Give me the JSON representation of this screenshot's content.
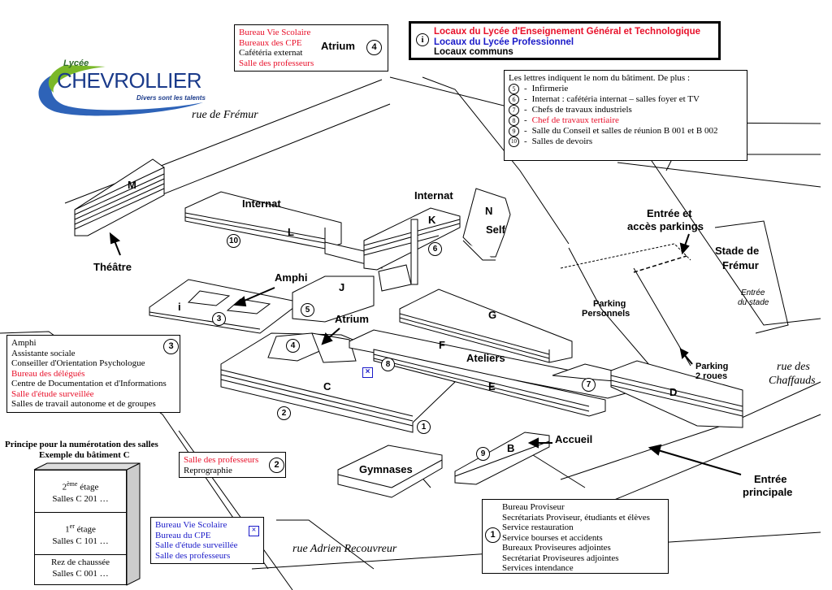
{
  "legend": {
    "lgt": "Locaux du Lycée d'Enseignement Général et Technologique",
    "lp": "Locaux du Lycée Professionnel",
    "common": "Locaux communs",
    "colors": {
      "lgt": "#e8102a",
      "lp": "#1a1ac8",
      "common": "#000000"
    }
  },
  "logo": {
    "lycee": "Lycée",
    "name": "CHEVROLLIER",
    "tagline": "Divers sont les talents"
  },
  "streets": {
    "fremur": "rue de Frémur",
    "chaffauds_1": "rue des",
    "chaffauds_2": "Chaffauds",
    "recouvreur": "rue Adrien Recouvreur"
  },
  "buildings": {
    "M": "M",
    "L": "L",
    "K": "K",
    "N": "N",
    "J": "J",
    "I": "i",
    "G": "G",
    "F": "F",
    "E": "E",
    "C": "C",
    "D": "D",
    "B": "B"
  },
  "places": {
    "internat_l": "Internat",
    "internat_k": "Internat",
    "self": "Self",
    "theatre": "Théâtre",
    "amphi": "Amphi",
    "atrium": "Atrium",
    "ateliers": "Ateliers",
    "gymnases": "Gymnases",
    "accueil": "Accueil",
    "entree_parkings_1": "Entrée et",
    "entree_parkings_2": "accès parkings",
    "stade_1": "Stade de",
    "stade_2": "Frémur",
    "entree_stade_1": "Entrée",
    "entree_stade_2": "du stade",
    "parking_perso_1": "Parking",
    "parking_perso_2": "Personnels",
    "parking_roues_1": "Parking",
    "parking_roues_2": "2 roues",
    "entree_principale_1": "Entrée",
    "entree_principale_2": "principale"
  },
  "numbers": {
    "n1": "1",
    "n2": "2",
    "n3": "3",
    "n4": "4",
    "n5": "5",
    "n6": "6",
    "n7": "7",
    "n8": "8",
    "n9": "9",
    "n10": "10"
  },
  "box_atrium": {
    "lines": [
      {
        "text": "Bureau Vie Scolaire",
        "color": "red"
      },
      {
        "text": "Bureaux des CPE",
        "color": "red"
      },
      {
        "text": "Cafétéria externat",
        "color": "black"
      },
      {
        "text": "Salle des professeurs",
        "color": "red"
      }
    ],
    "title": "Atrium",
    "num": "4"
  },
  "box_info": {
    "intro": "Les lettres indiquent le nom du bâtiment. De plus :",
    "items": [
      {
        "num": "5",
        "text": "Infirmerie",
        "color": "black"
      },
      {
        "num": "6",
        "text": "Internat : cafétéria internat – salles foyer et TV",
        "color": "black"
      },
      {
        "num": "7",
        "text": "Chefs de travaux industriels",
        "color": "black"
      },
      {
        "num": "8",
        "text": "Chef de travaux tertiaire",
        "color": "red"
      },
      {
        "num": "9",
        "text": "Salle du Conseil et salles de réunion B 001 et B 002",
        "color": "black"
      },
      {
        "num": "10",
        "text": "Salles de devoirs",
        "color": "black"
      }
    ]
  },
  "box_3": {
    "num": "3",
    "lines": [
      {
        "text": "Amphi",
        "color": "black"
      },
      {
        "text": "Assistante sociale",
        "color": "black"
      },
      {
        "text": "Conseiller d'Orientation Psychologue",
        "color": "black"
      },
      {
        "text": "Bureau des délégués",
        "color": "red"
      },
      {
        "text": "Centre de Documentation et d'Informations",
        "color": "black"
      },
      {
        "text": "Salle d'étude surveillée",
        "color": "red"
      },
      {
        "text": "Salles de travail autonome et de groupes",
        "color": "black"
      }
    ]
  },
  "box_2": {
    "num": "2",
    "lines": [
      {
        "text": "Salle des professeurs",
        "color": "red"
      },
      {
        "text": "Reprographie",
        "color": "black"
      }
    ]
  },
  "box_8": {
    "lines": [
      {
        "text": "Bureau Vie Scolaire",
        "color": "blue"
      },
      {
        "text": "Bureau du CPE",
        "color": "blue"
      },
      {
        "text": "Salle d'étude surveillée",
        "color": "blue"
      },
      {
        "text": "Salle des professeurs",
        "color": "blue"
      }
    ]
  },
  "box_1": {
    "num": "1",
    "lines": [
      {
        "text": "Bureau Proviseur",
        "color": "black"
      },
      {
        "text": "Secrétariats Proviseur, étudiants et élèves",
        "color": "black"
      },
      {
        "text": "Service restauration",
        "color": "black"
      },
      {
        "text": "Service bourses et accidents",
        "color": "black"
      },
      {
        "text": "Bureaux Proviseures adjointes",
        "color": "black"
      },
      {
        "text": "Secrétariat Proviseures adjointes",
        "color": "black"
      },
      {
        "text": "Services intendance",
        "color": "black"
      }
    ]
  },
  "floors": {
    "title_1": "Principe pour la numérotation des salles",
    "title_2": "Exemple du bâtiment C",
    "f2_a": "2",
    "f2_sup": "ème",
    "f2_b": " étage",
    "f2_rooms": "Salles C 201 …",
    "f1_a": "1",
    "f1_sup": "er",
    "f1_b": " étage",
    "f1_rooms": "Salles C 101 …",
    "f0": "Rez de chaussée",
    "f0_rooms": "Salles C 001 …"
  }
}
